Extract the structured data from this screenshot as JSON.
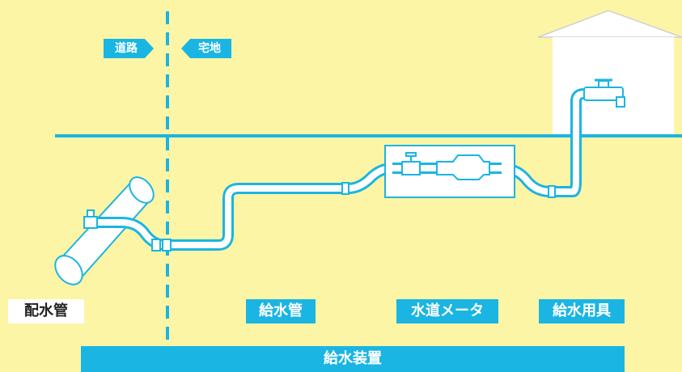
{
  "labels": {
    "road": "道路",
    "residence": "宅地",
    "distribution_pipe": "配水管",
    "service_pipe": "給水管",
    "water_meter": "水道メータ",
    "fixtures": "給水用具",
    "supply_system": "給水装置"
  },
  "colors": {
    "background": "#fdf5a6",
    "accent": "#1ab5e3",
    "house": "#ffffff"
  }
}
